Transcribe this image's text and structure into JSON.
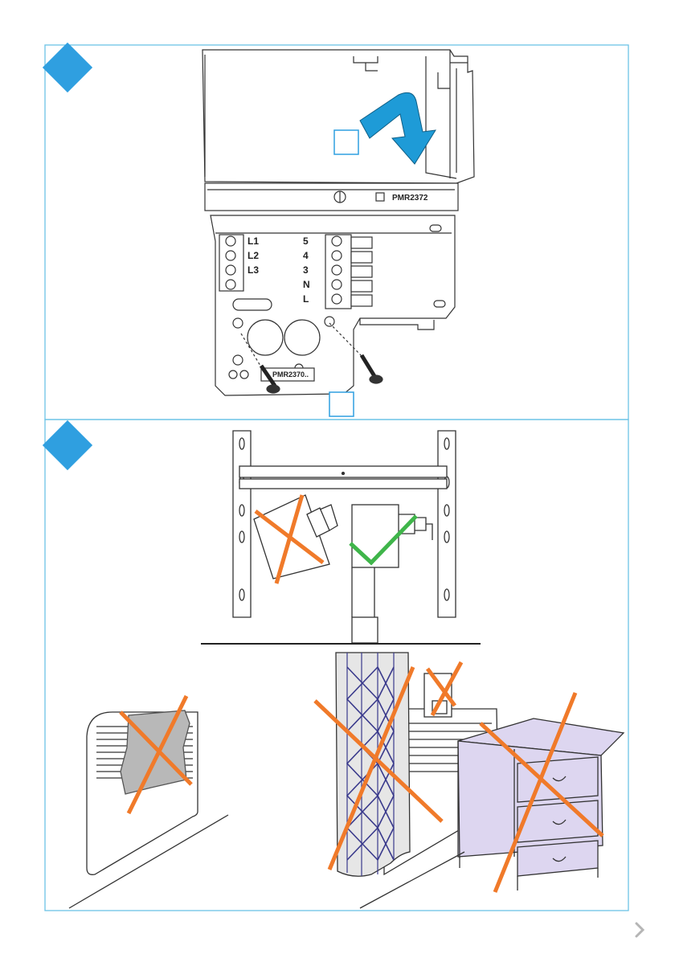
{
  "colors": {
    "frame": "#6cc3e6",
    "step_marker": "#2f9fe0",
    "arrow": "#1e9bd7",
    "cross": "#f07a2a",
    "check": "#3fb54a",
    "dresser": "#ddd6f0",
    "curtain_pattern": "#3a3a8c",
    "cloth": "#b8b8b8"
  },
  "step1": {
    "model_label": "PMR2372",
    "terminals_left": [
      "L1",
      "L2",
      "L3"
    ],
    "terminals_right": [
      "5",
      "4",
      "3",
      "N",
      "L"
    ],
    "box_label": "PMR2370..",
    "top_callout": "",
    "bottom_callout": ""
  },
  "icons": {
    "next_page": "chevron-right-icon"
  }
}
